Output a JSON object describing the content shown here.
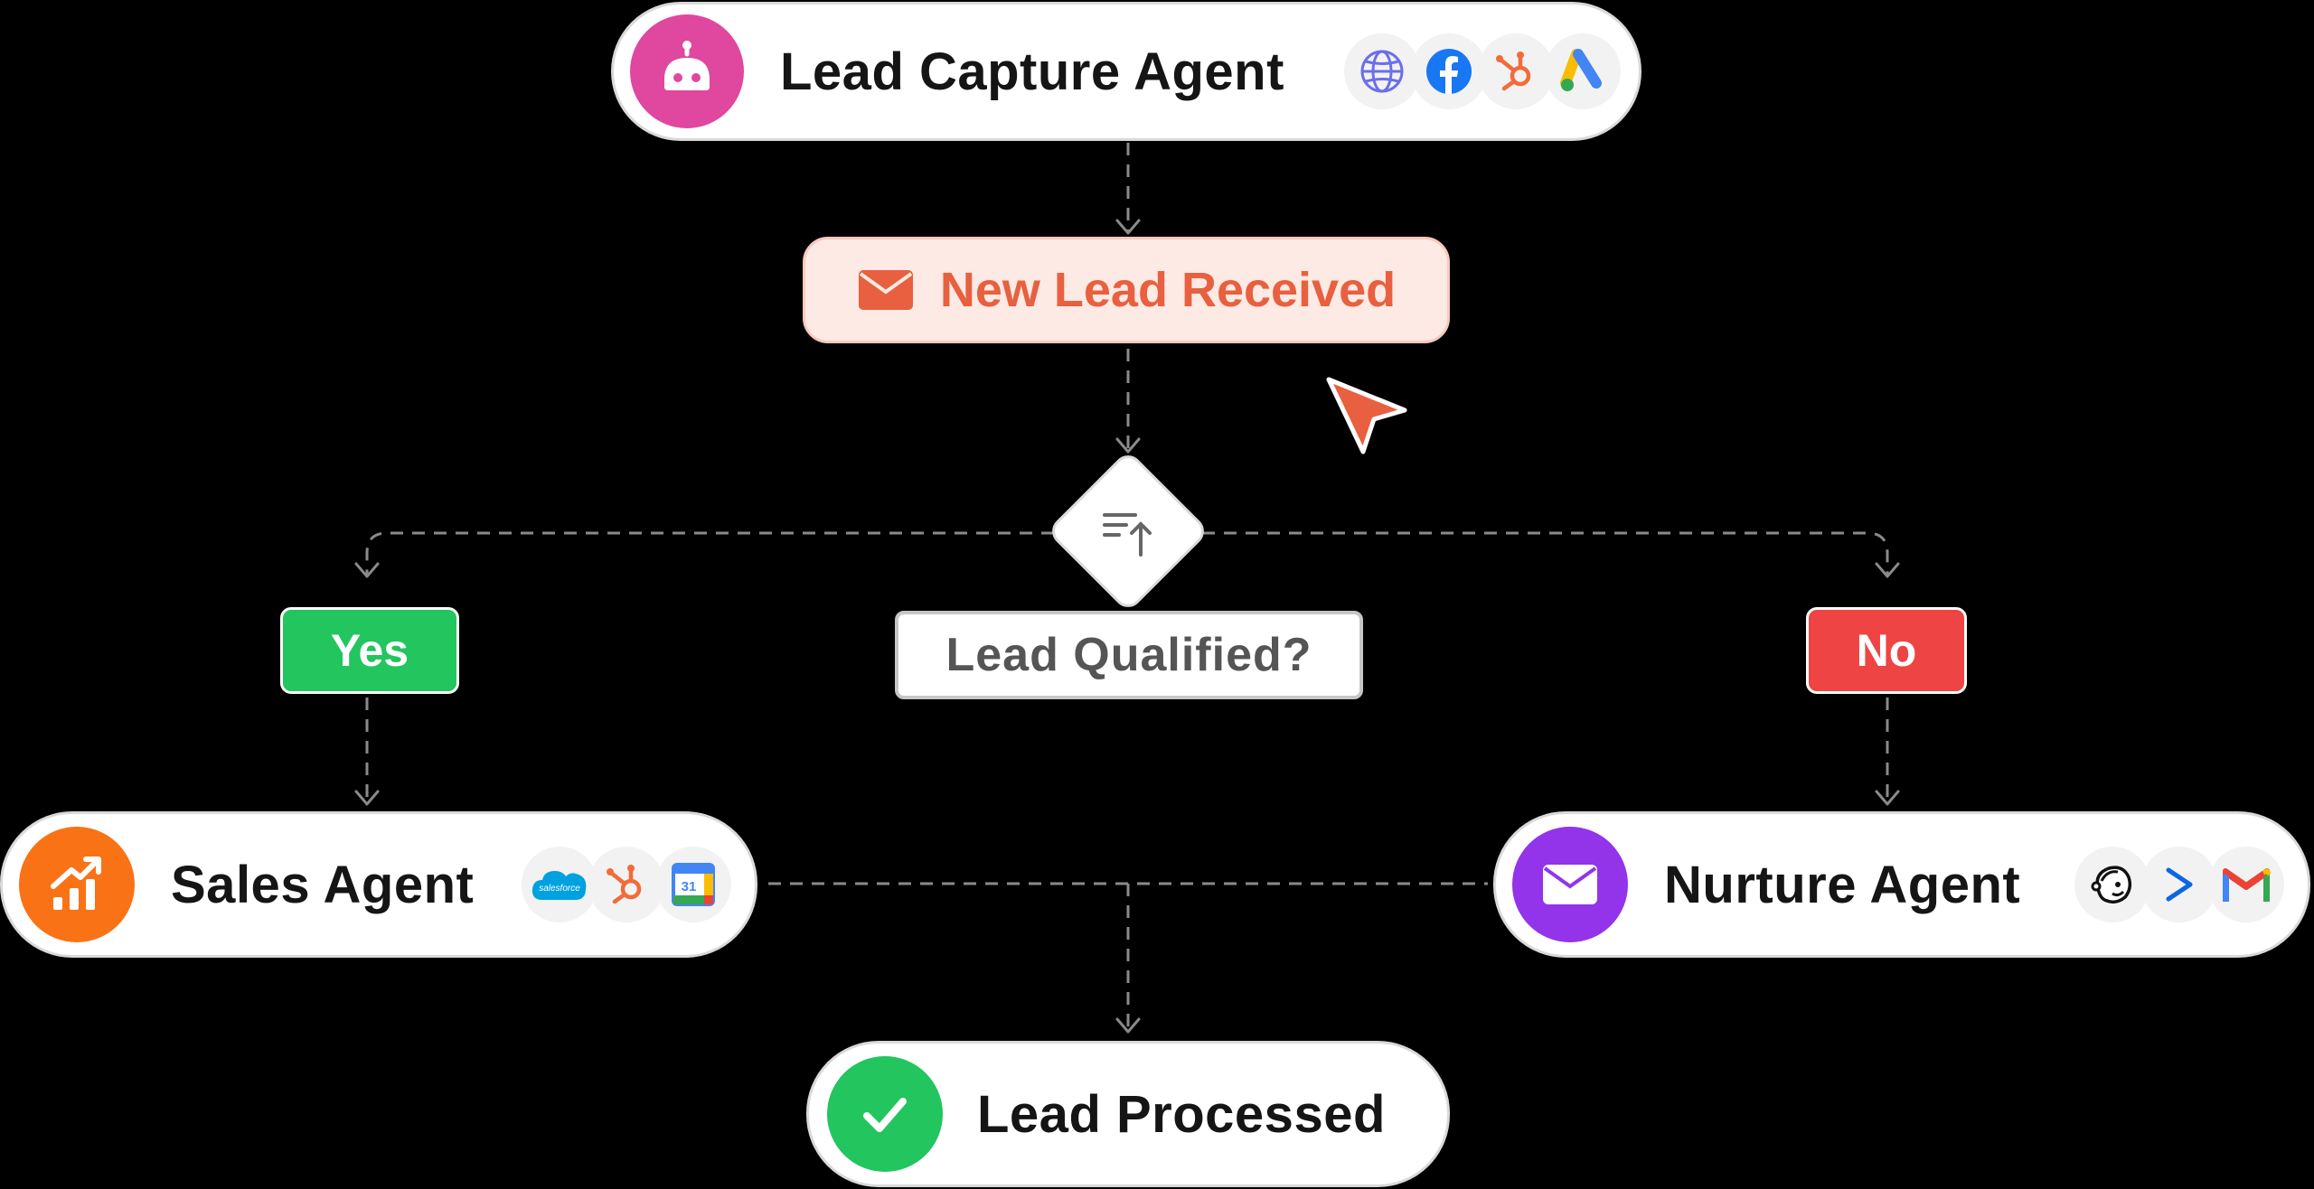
{
  "nodes": {
    "lead_capture": {
      "label": "Lead Capture Agent",
      "icon": "robot-icon",
      "icon_color": "#e0479e",
      "tools": [
        "globe-icon",
        "facebook-icon",
        "hubspot-icon",
        "google-ads-icon"
      ]
    },
    "trigger": {
      "label": "New Lead Received",
      "icon": "mail-icon",
      "text_color": "#e8603f",
      "background": "#fdeae4"
    },
    "decision": {
      "label": "Lead Qualified?",
      "icon": "sort-up-icon"
    },
    "branches": {
      "yes": {
        "label": "Yes",
        "color": "#22c55e"
      },
      "no": {
        "label": "No",
        "color": "#ef4444"
      }
    },
    "sales": {
      "label": "Sales Agent",
      "icon": "chart-up-icon",
      "icon_color": "#f97316",
      "tools": [
        "salesforce-icon",
        "hubspot-icon",
        "google-calendar-icon"
      ],
      "salesforce_text": "salesforce",
      "calendar_text": "31"
    },
    "nurture": {
      "label": "Nurture Agent",
      "icon": "mail-icon",
      "icon_color": "#9333ea",
      "tools": [
        "mailchimp-icon",
        "sendinblue-icon",
        "gmail-icon"
      ]
    },
    "processed": {
      "label": "Lead Processed",
      "icon": "check-icon",
      "icon_color": "#22c55e"
    }
  },
  "colors": {
    "connector": "#8a8a8a",
    "cursor": "#e8603f"
  }
}
